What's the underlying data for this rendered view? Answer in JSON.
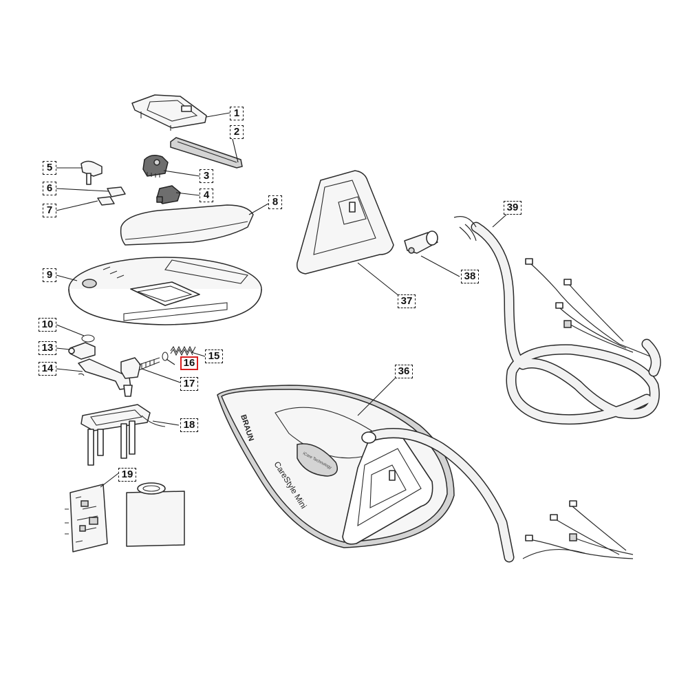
{
  "callouts": [
    {
      "id": "1",
      "label": "1"
    },
    {
      "id": "2",
      "label": "2"
    },
    {
      "id": "3",
      "label": "3"
    },
    {
      "id": "4",
      "label": "4"
    },
    {
      "id": "5",
      "label": "5"
    },
    {
      "id": "6",
      "label": "6"
    },
    {
      "id": "7",
      "label": "7"
    },
    {
      "id": "8",
      "label": "8"
    },
    {
      "id": "9",
      "label": "9"
    },
    {
      "id": "10",
      "label": "10"
    },
    {
      "id": "13",
      "label": "13"
    },
    {
      "id": "14",
      "label": "14"
    },
    {
      "id": "15",
      "label": "15"
    },
    {
      "id": "16",
      "label": "16",
      "highlighted": true
    },
    {
      "id": "17",
      "label": "17"
    },
    {
      "id": "18",
      "label": "18"
    },
    {
      "id": "19",
      "label": "19"
    },
    {
      "id": "36",
      "label": "36"
    },
    {
      "id": "37",
      "label": "37"
    },
    {
      "id": "38",
      "label": "38"
    },
    {
      "id": "39",
      "label": "39"
    }
  ],
  "iron": {
    "brand": "BRAUN",
    "model": "CareStyle Mini",
    "badge": "iCare Technology"
  },
  "colors": {
    "highlight": "#d81e1e",
    "line": "#2a2a2a",
    "dark_part": "#6e6e6e"
  }
}
